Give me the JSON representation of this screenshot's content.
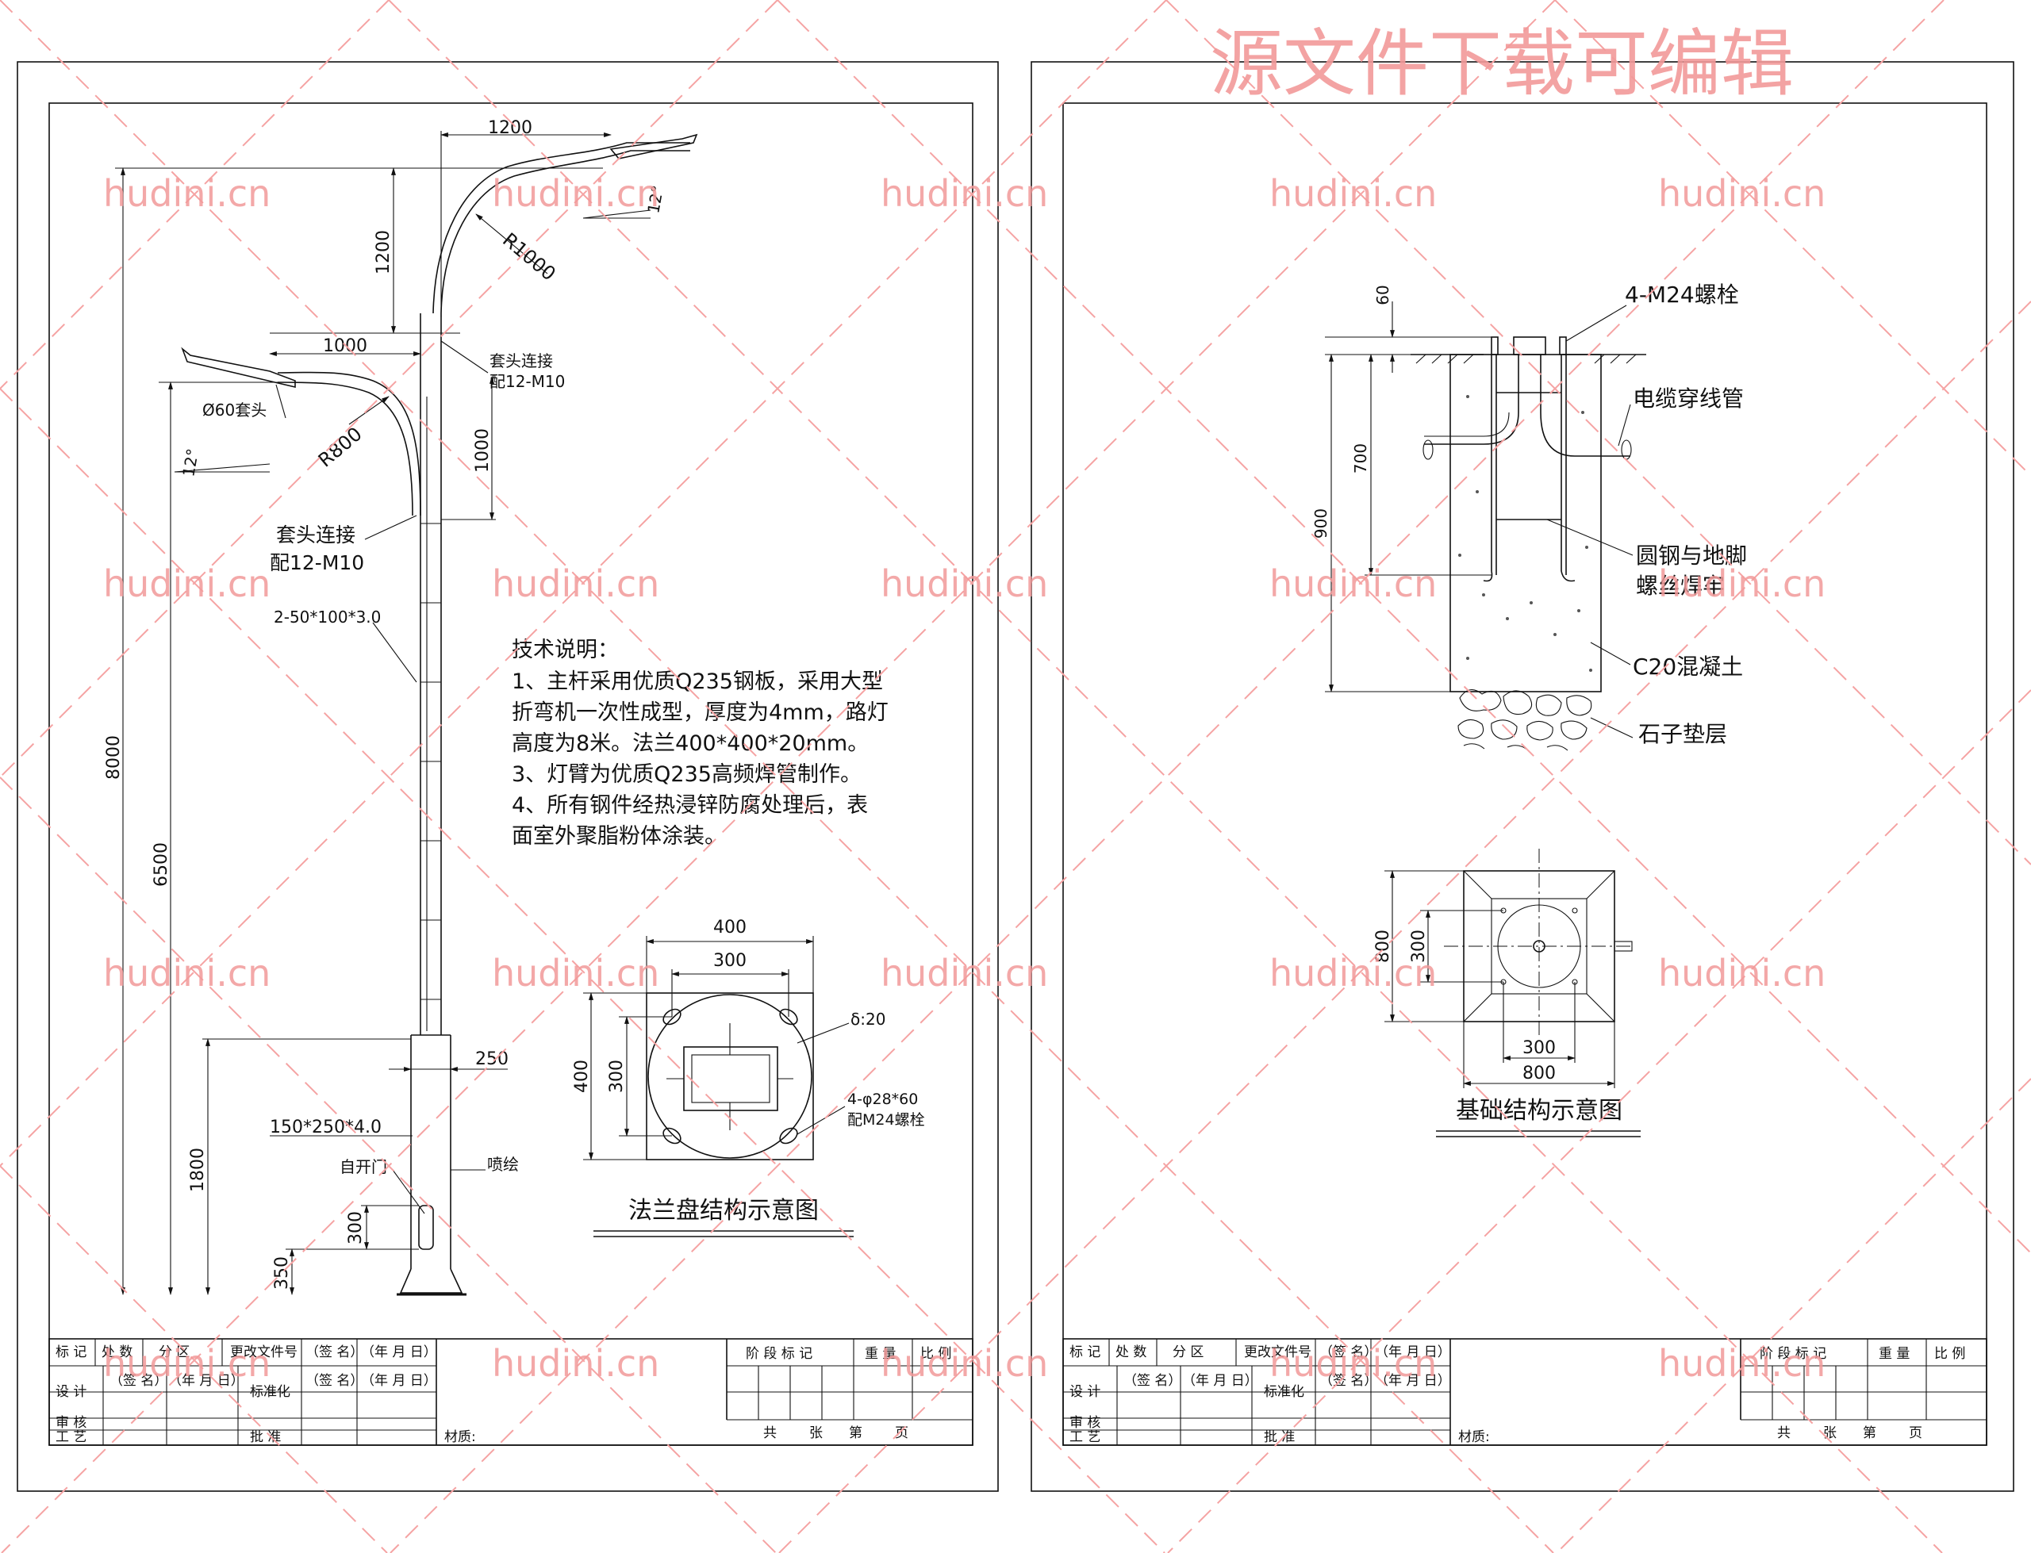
{
  "watermark": {
    "site": "hudini.cn",
    "banner": "源文件下载可编辑"
  },
  "left_sheet": {
    "dims": {
      "arm_len_right": "1200",
      "arm_rise_right": "1200",
      "radius_right": "R1000",
      "angle_right": "12°",
      "arm_len_left": "1000",
      "radius_left": "R800",
      "angle_left": "12°",
      "seg_1000": "1000",
      "total_height": "8000",
      "low_height": "6500",
      "base_height": "1800",
      "door_height": "300",
      "door_offset": "350",
      "base_width": "250"
    },
    "labels": {
      "sleeve_top_line1": "套头连接",
      "sleeve_top_line2": "配12-M10",
      "phi60": "Ø60套头",
      "sleeve_mid_line1": "套头连接",
      "sleeve_mid_line2": "配12-M10",
      "section_upper": "2-50*100*3.0",
      "section_lower": "150*250*4.0",
      "door": "自开门",
      "paint": "喷绘"
    },
    "notes": {
      "heading": "技术说明：",
      "lines": [
        "1、主杆采用优质Q235钢板，采用大型",
        "折弯机一次性成型，厚度为4mm，路灯",
        "高度为8米。法兰400*400*20mm。",
        "3、灯臂为优质Q235高频焊管制作。",
        "4、所有钢件经热浸锌防腐处理后，表",
        "面室外聚脂粉体涂装。"
      ]
    },
    "flange": {
      "dim_400_top": "400",
      "dim_300_top": "300",
      "dim_400_side": "400",
      "dim_300_side": "300",
      "thickness": "δ:20",
      "hole_line1": "4-φ28*60",
      "hole_line2": "配M24螺栓",
      "caption": "法兰盘结构示意图"
    }
  },
  "right_sheet": {
    "labels": {
      "bolt": "4-M24螺栓",
      "conduit": "电缆穿线管",
      "weld_line1": "圆钢与地脚",
      "weld_line2": "螺丝焊牢",
      "concrete": "C20混凝土",
      "gravel": "石子垫层"
    },
    "dims": {
      "d60": "60",
      "d700": "700",
      "d900": "900",
      "d800_side": "800",
      "d300_side": "300",
      "d300_bottom": "300",
      "d800_bottom": "800"
    },
    "caption": "基础结构示意图"
  },
  "title_block": {
    "r1": [
      "标 记",
      "处 数",
      "分 区",
      "更改文件号",
      "（签 名）",
      "（年 月 日）"
    ],
    "r2": [
      "设 计",
      "（签 名）",
      "（年 月 日）",
      "标准化",
      "（签 名）",
      "（年 月 日）"
    ],
    "r3": [
      "审 核"
    ],
    "r4": [
      "工 艺",
      "批 准"
    ],
    "stage": "阶 段 标 记",
    "weight": "重 量",
    "scale": "比 例",
    "material": "材质:",
    "total": "共",
    "sheet": "张",
    "page_no": "第",
    "page": "页"
  }
}
